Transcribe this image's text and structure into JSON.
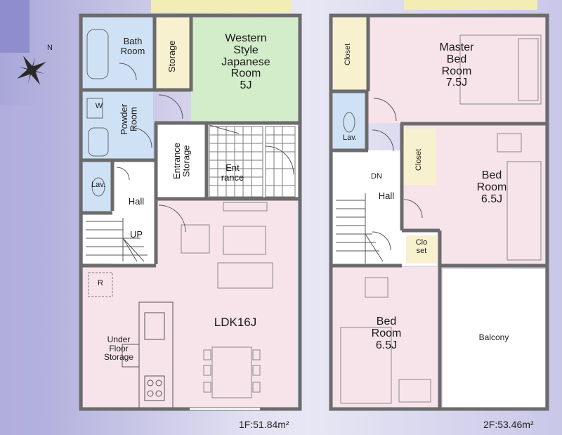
{
  "floor1": {
    "area": "1F:51.84m²",
    "rooms": {
      "bath": "Bath\nRoom",
      "storage": "Storage",
      "western": "Western\nStyle\nJapanese\nRoom\n5J",
      "powder": "Powder\nRoom",
      "washer": "W",
      "entrance_storage": "Entrance\nStorage",
      "entrance": "Ent\nrance",
      "lav": "Lav.",
      "hall": "Hall",
      "up": "UP",
      "fridge": "R",
      "ldk": "LDK16J",
      "under_floor": "Under\nFloor\nStorage"
    }
  },
  "floor2": {
    "area": "2F:53.46m²",
    "rooms": {
      "closet_master": "Closet",
      "master": "Master\nBed\nRoom\n7.5J",
      "lav": "Lav.",
      "dn": "DN",
      "hall": "Hall",
      "closet_bed": "Closet",
      "bed1": "Bed\nRoom\n6.5J",
      "closet_small": "Clo\nset",
      "bed2": "Bed\nRoom\n6.5J",
      "balcony": "Balcony"
    }
  },
  "compass": {
    "label": "N"
  },
  "colors": {
    "wall": "#6b6b6b",
    "ldk": "#f7e3ea",
    "bath": "#cfe2f5",
    "japanese": "#d3ecc9",
    "storage": "#f7f1cf",
    "bedroom": "#f7e3ea",
    "hall": "#ffffff"
  }
}
